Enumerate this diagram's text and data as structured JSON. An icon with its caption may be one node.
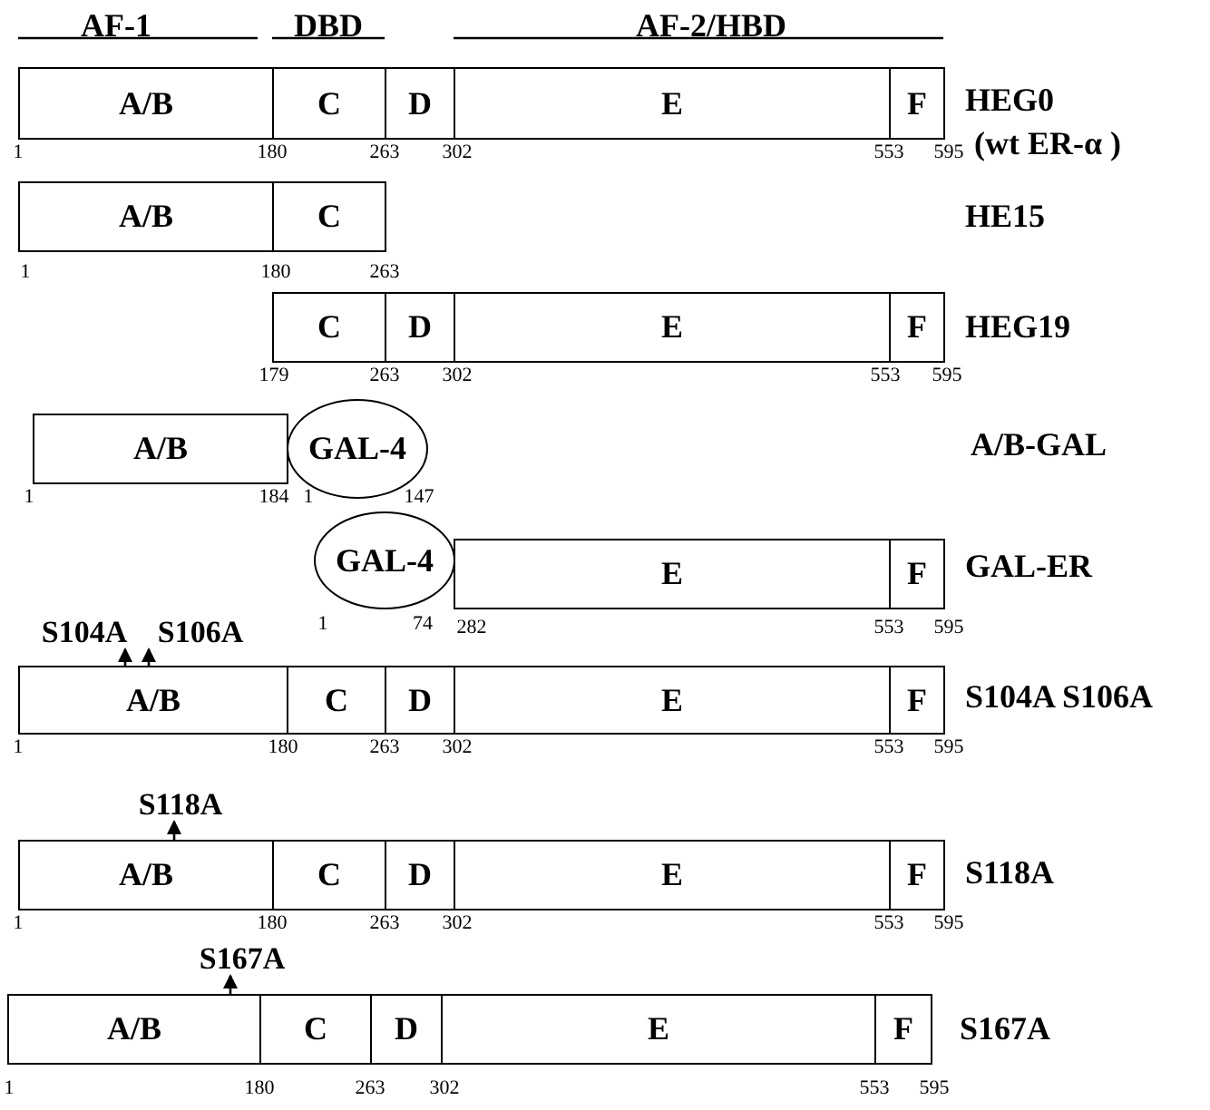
{
  "diagram": {
    "nodes": [
      {
        "text": [
          "A/B"
        ]
      },
      {
        "text": [
          "C"
        ]
      },
      {
        "text": [
          "D"
        ]
      },
      {
        "text": [
          "E"
        ]
      },
      {
        "text": [
          "F"
        ]
      },
      {
        "text": [
          "A/B"
        ]
      },
      {
        "text": [
          "C"
        ]
      },
      {
        "text": [
          "C"
        ]
      },
      {
        "text": [
          "D"
        ]
      },
      {
        "text": [
          "E"
        ]
      },
      {
        "text": [
          "F"
        ]
      },
      {
        "text": [
          "A/B"
        ]
      },
      {
        "text": [
          "GAL-4"
        ]
      },
      {
        "text": [
          "GAL-4"
        ]
      },
      {
        "text": [
          "E"
        ]
      },
      {
        "text": [
          "F"
        ]
      },
      {
        "text": [
          "S104A"
        ]
      },
      {
        "text": [
          "S106A"
        ]
      },
      {
        "text": [
          "A/B"
        ]
      },
      {
        "text": [
          "C"
        ]
      },
      {
        "text": [
          "D"
        ]
      },
      {
        "text": [
          "E"
        ]
      },
      {
        "text": [
          "F"
        ]
      },
      {
        "text": [
          "S118A"
        ]
      },
      {
        "text": [
          "A/B"
        ]
      },
      {
        "text": [
          "C"
        ]
      },
      {
        "text": [
          "D"
        ]
      },
      {
        "text": [
          "E"
        ]
      },
      {
        "text": [
          "F"
        ]
      },
      {
        "text": [
          "S167A"
        ]
      },
      {
        "text": [
          "A/B"
        ]
      },
      {
        "text": [
          "C"
        ]
      },
      {
        "text": [
          "D"
        ]
      },
      {
        "text": [
          "E"
        ]
      },
      {
        "text": [
          "F"
        ]
      }
    ],
    "edges": [
      {
        "from": 18,
        "to": 16,
        "arrow": "to"
      },
      {
        "from": 18,
        "to": 17,
        "arrow": "to"
      },
      {
        "from": 24,
        "to": 23,
        "arrow": "to"
      },
      {
        "from": 30,
        "to": 29,
        "arrow": "to"
      }
    ],
    "labels": [
      "AF-1",
      "DBD",
      "AF-2/HBD",
      "HEG0",
      "1",
      "180",
      "263",
      "302",
      "553",
      "595",
      "(wt ER-α )",
      "HE15",
      "1",
      "180",
      "263",
      "HEG19",
      "179",
      "263",
      "302",
      "553",
      "595",
      "A/B-GAL",
      "1",
      "184",
      "1",
      "147",
      "GAL-ER",
      "1",
      "74",
      "282",
      "553",
      "595",
      "S104A S106A",
      "1",
      "180",
      "263",
      "302",
      "553",
      "595",
      "S118A",
      "1",
      "180",
      "263",
      "302",
      "553",
      "595",
      "S167A",
      "1",
      "180",
      "263",
      "302",
      "553",
      "595"
    ]
  }
}
